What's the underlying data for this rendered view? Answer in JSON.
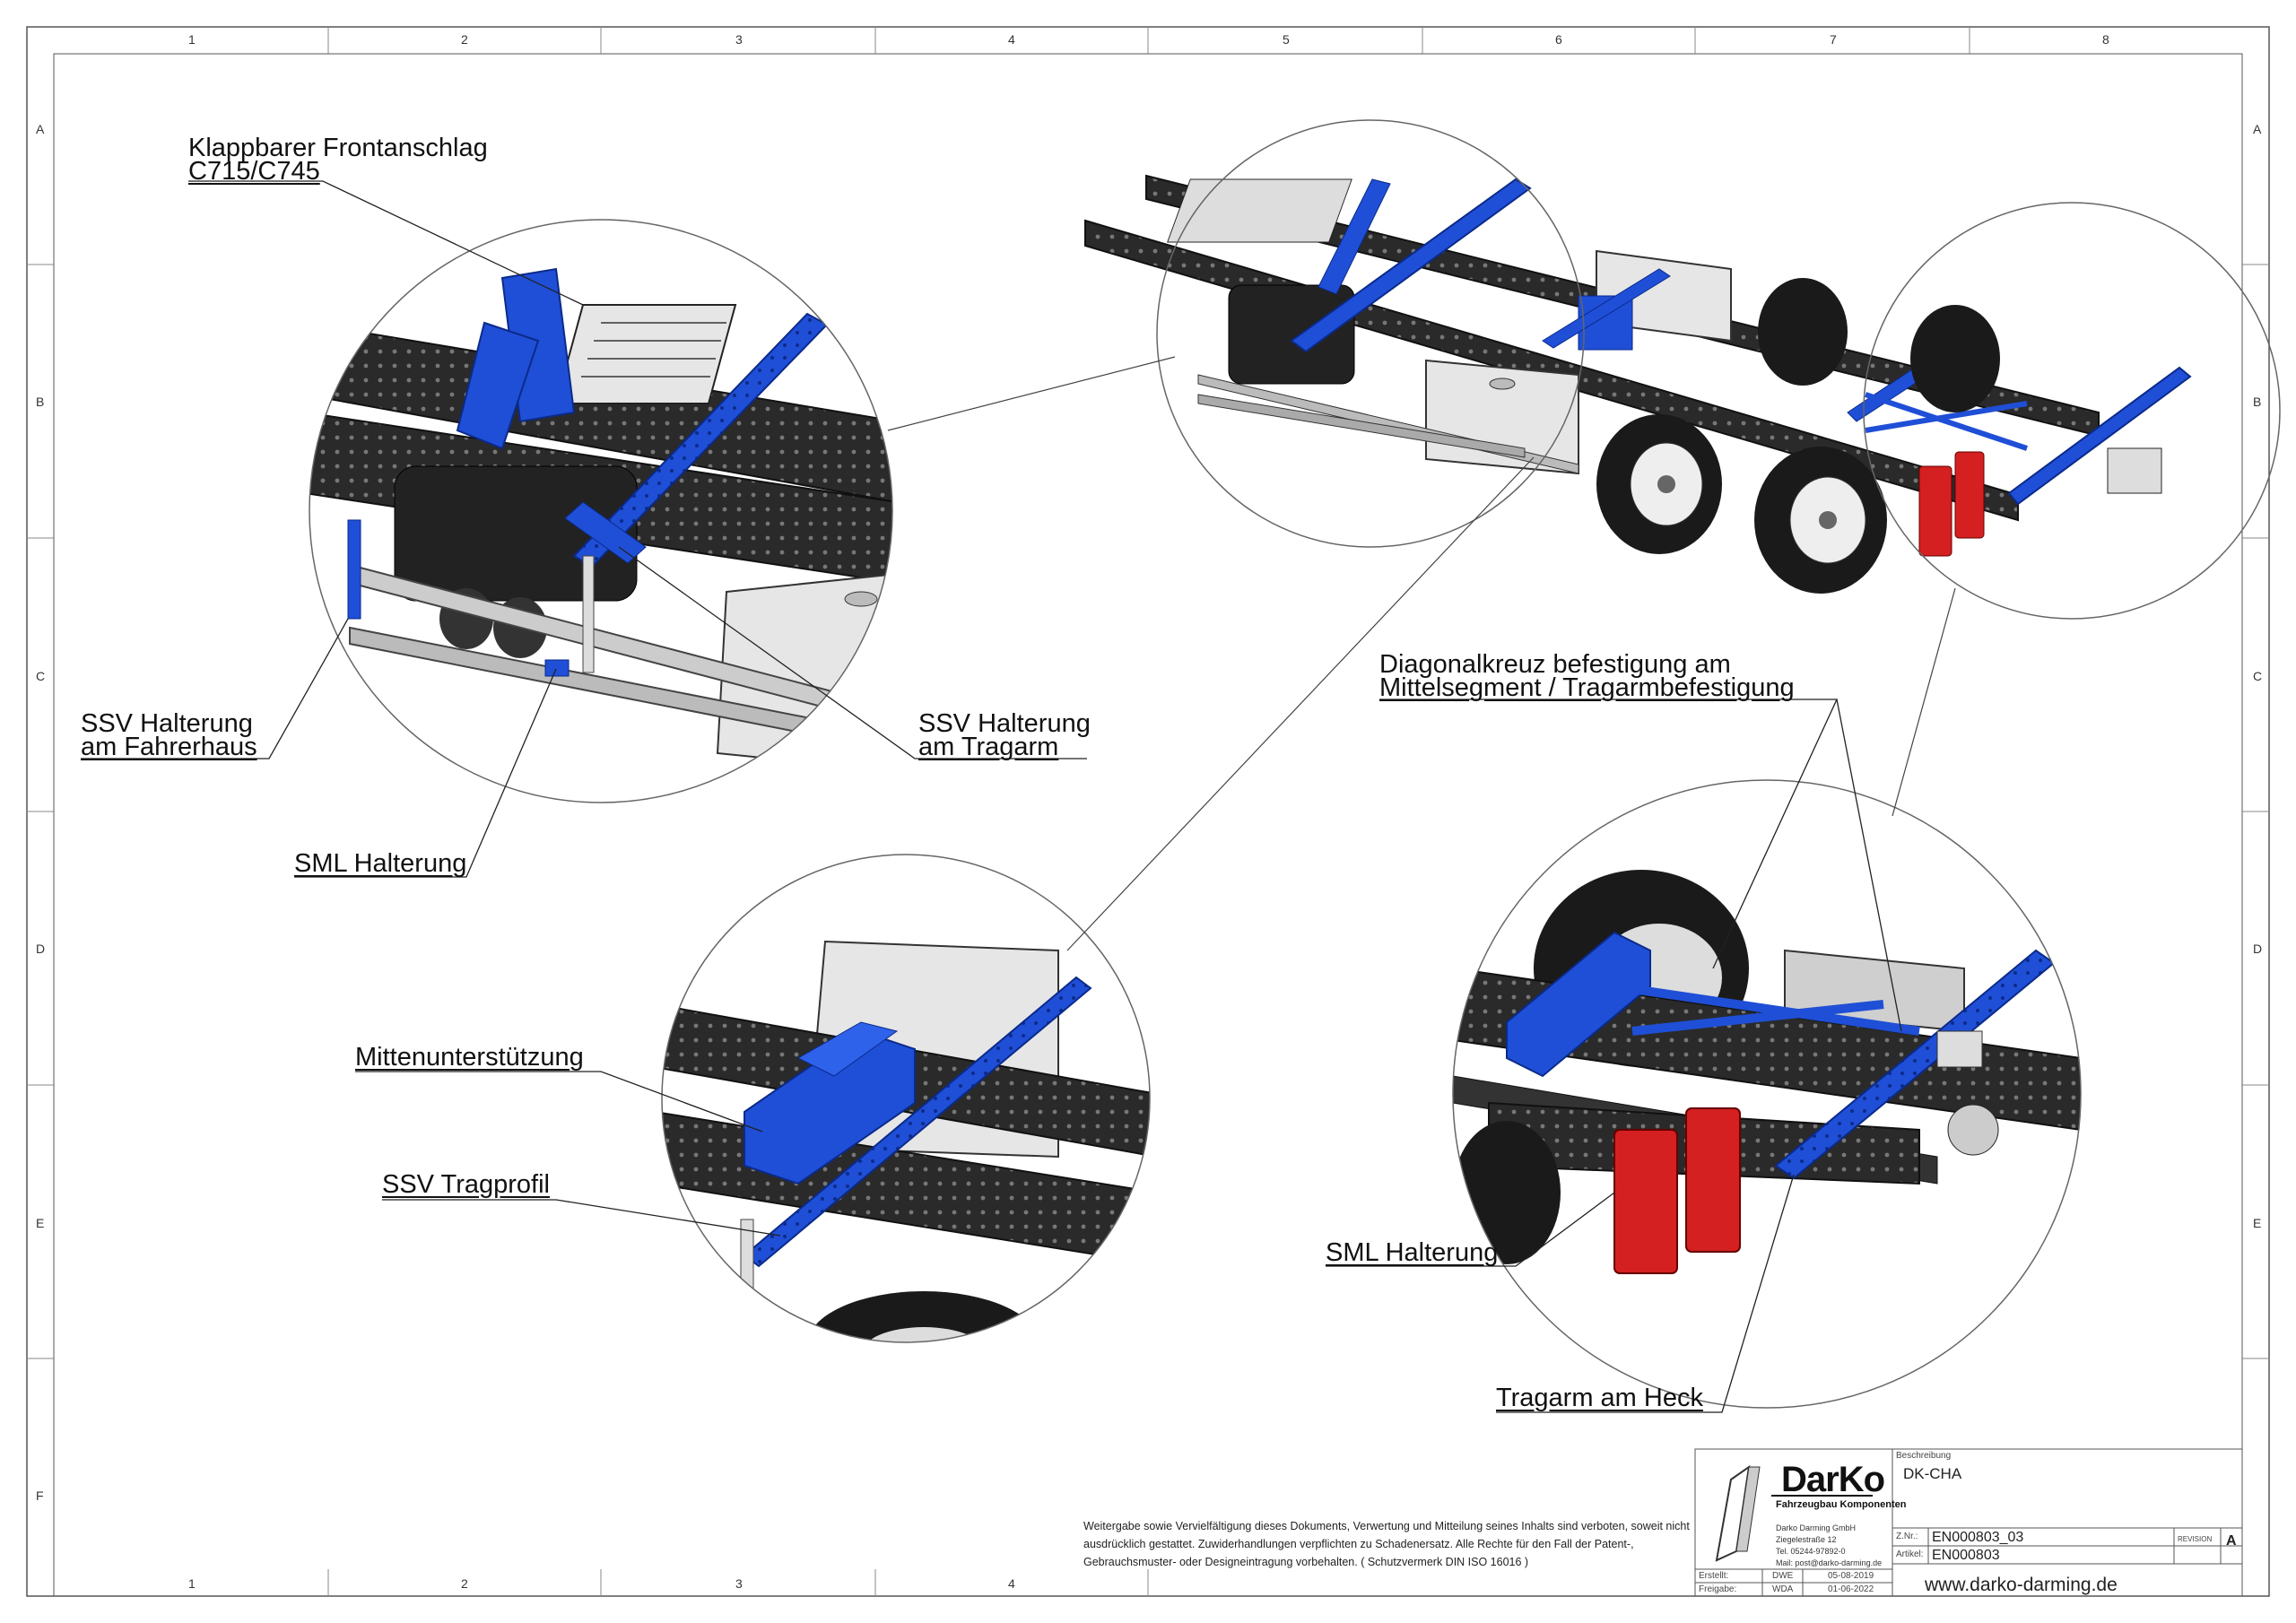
{
  "frame": {
    "col_labels": [
      "1",
      "2",
      "3",
      "4",
      "5",
      "6",
      "7",
      "8"
    ],
    "row_labels": [
      "A",
      "B",
      "C",
      "D",
      "E",
      "F"
    ]
  },
  "callouts": {
    "frontanschlag_line1": "Klappbarer Frontanschlag",
    "frontanschlag_line2": "C715/C745",
    "ssv_fahrerhaus_line1": "SSV Halterung",
    "ssv_fahrerhaus_line2": "am Fahrerhaus",
    "ssv_tragarm_line1": "SSV Halterung",
    "ssv_tragarm_line2": "am Tragarm",
    "sml_halterung_front": "SML Halterung",
    "mittenunterstuetzung": "Mittenunterstützung",
    "ssv_tragprofil": "SSV Tragprofil",
    "diagonalkreuz_line1": "Diagonalkreuz befestigung am",
    "diagonalkreuz_line2": "Mittelsegment / Tragarmbefestigung",
    "sml_halterung_rear": "SML Halterung",
    "tragarm_heck": "Tragarm am Heck"
  },
  "notice": "Weitergabe sowie Vervielfältigung dieses Dokuments, Verwertung und Mitteilung seines Inhalts sind verboten, soweit nicht ausdrücklich gestattet. Zuwiderhandlungen verpflichten zu Schadenersatz. Alle Rechte für den Fall der Patent-, Gebrauchsmuster- oder Designeintragung vorbehalten. ( Schutzvermerk DIN ISO 16016 )",
  "title_block": {
    "logo_name": "DarKo",
    "logo_sub": "Fahrzeugbau Komponenten",
    "company_line1": "Darko Darming GmbH",
    "company_line2": "Ziegelestraße 12",
    "company_line3": "Tel. 05244-97892-0",
    "company_line4": "Mail: post@darko-darming.de",
    "beschreibung_label": "Beschreibung",
    "beschreibung_value": "DK-CHA",
    "znr_label": "Z.Nr.:",
    "znr_value": "EN000803_03",
    "artikel_label": "Artikel:",
    "artikel_value": "EN000803",
    "revision_label": "REVISION",
    "revision_value": "A",
    "erstellt_label": "Erstellt:",
    "erstellt_by": "DWE",
    "erstellt_date": "05-08-2019",
    "freigabe_label": "Freigabe:",
    "freigabe_by": "WDA",
    "freigabe_date": "01-06-2022",
    "website": "www.darko-darming.de"
  },
  "colors": {
    "frame": "#555555",
    "chassis": "#2a2a2a",
    "bracket_blue": "#1f4fd6",
    "tank": "#e6e6e6",
    "tail_light": "#d42020",
    "tire": "#1a1a1a"
  }
}
